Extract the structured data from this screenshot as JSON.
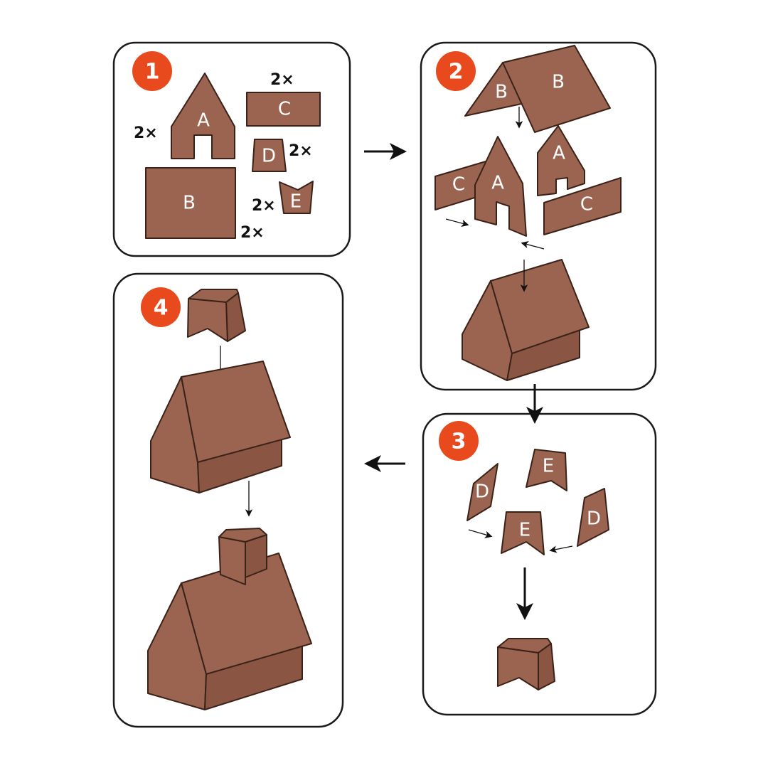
{
  "steps": [
    {
      "number": "1",
      "pieces": {
        "A": "A",
        "B": "B",
        "C": "C",
        "D": "D",
        "E": "E"
      },
      "quantities": {
        "A": "2×",
        "B": "2×",
        "C": "2×",
        "D": "2×",
        "E": "2×"
      }
    },
    {
      "number": "2",
      "pieces": {
        "B1": "B",
        "B2": "B",
        "C1": "C",
        "C2": "C",
        "A1": "A",
        "A2": "A"
      }
    },
    {
      "number": "3",
      "pieces": {
        "E1": "E",
        "E2": "E",
        "D1": "D",
        "D2": "D"
      }
    },
    {
      "number": "4"
    }
  ],
  "colors": {
    "piece": "#9a6450",
    "badge": "#e8491d"
  }
}
